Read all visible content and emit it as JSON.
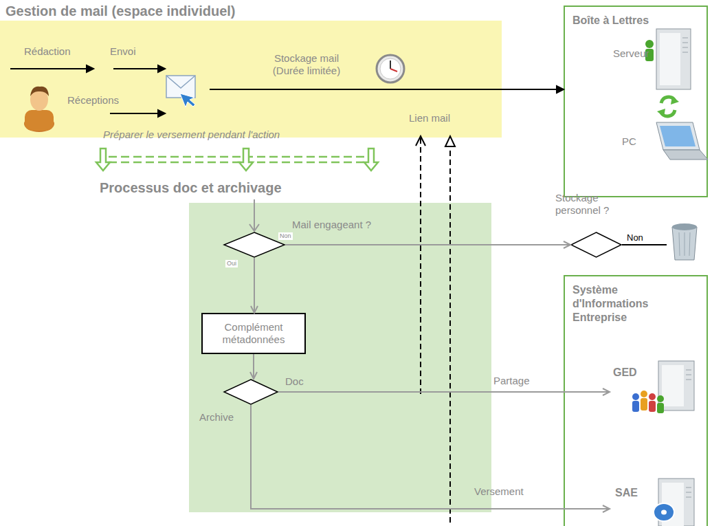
{
  "diagram": {
    "nodes": [
      {
        "text": [
          "Gestion de mail (espace individuel)"
        ]
      },
      {
        "text": [
          "Boîte à Lettres"
        ]
      },
      {
        "text": [
          "Serveur"
        ],
        "in": 1
      },
      {
        "text": [
          "PC"
        ],
        "in": 1
      },
      {
        "text": [
          "Processus doc et archivage"
        ]
      },
      {
        "text": [
          "Mail engageant ?"
        ],
        "in": 4
      },
      {
        "text": [
          "Stockage personnel ?"
        ]
      },
      {
        "text": [
          "Complément métadonnées"
        ],
        "in": 4
      },
      {
        "text": [
          "Doc",
          "Archive"
        ],
        "in": 4
      },
      {
        "text": [
          "Système d'Informations Entreprise"
        ]
      },
      {
        "text": [
          "GED"
        ],
        "in": 9
      },
      {
        "text": [
          "SAE"
        ],
        "in": 9
      }
    ],
    "edges": [
      {
        "from": 0,
        "to": 1,
        "arrow": "to"
      },
      {
        "from": 5,
        "to": 7,
        "arrow": "to",
        "label": "Oui"
      },
      {
        "from": 5,
        "to": 6,
        "arrow": "to",
        "label": "Non"
      },
      {
        "from": 7,
        "to": 8,
        "arrow": "to"
      },
      {
        "from": 8,
        "to": 10,
        "arrow": "to",
        "label": "Partage"
      },
      {
        "from": 8,
        "to": 11,
        "arrow": "to",
        "label": "Versement"
      }
    ],
    "labels": [
      "Rédaction",
      "Envoi",
      "Réceptions",
      "Stockage mail (Durée limitée)",
      "Lien mail",
      "Préparer le versement pendant l'action",
      "Non"
    ]
  }
}
